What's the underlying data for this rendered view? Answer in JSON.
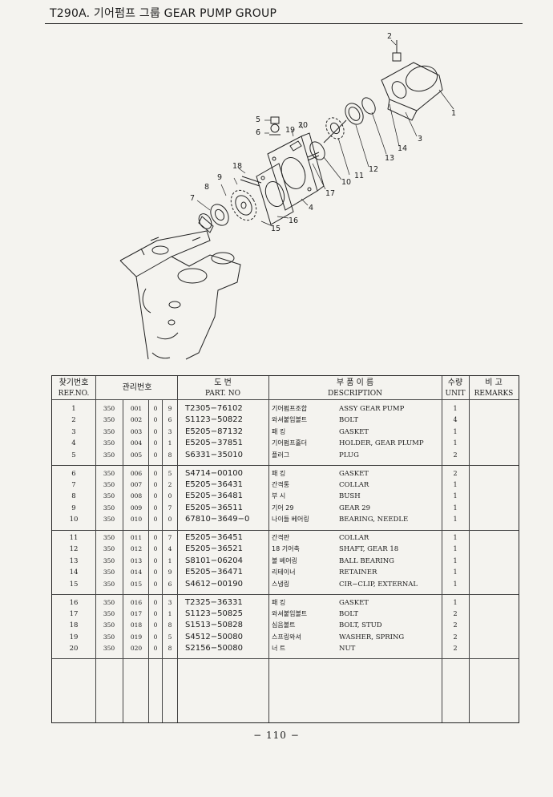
{
  "header": {
    "title": "T290A. 기어펌프 그룹 GEAR PUMP GROUP"
  },
  "callouts": [
    "1",
    "2",
    "3",
    "4",
    "5",
    "6",
    "7",
    "8",
    "9",
    "10",
    "11",
    "12",
    "13",
    "14",
    "15",
    "16",
    "17",
    "18",
    "19",
    "20"
  ],
  "table": {
    "headers": {
      "ref_kor": "찾기번호",
      "ref_eng": "REF.NO.",
      "mgmt_kor": "관리번호",
      "part_kor": "도   번",
      "part_eng": "PART. NO",
      "desc_kor": "부  품  이  름",
      "desc_eng": "DESCRIPTION",
      "unit_kor": "수량",
      "unit_eng": "UNIT",
      "rem_kor": "비    고",
      "rem_eng": "REMARKS"
    },
    "rows": [
      {
        "ref": "1",
        "g1": "350",
        "g2": "001",
        "g3": "0",
        "g4": "9",
        "part": "T2305−76102",
        "kor": "기어펌프조합",
        "desc": "ASSY GEAR PUMP",
        "unit": "1",
        "rem": ""
      },
      {
        "ref": "2",
        "g1": "350",
        "g2": "002",
        "g3": "0",
        "g4": "6",
        "part": "S1123−50822",
        "kor": "와셔붙임볼트",
        "desc": "BOLT",
        "unit": "4",
        "rem": ""
      },
      {
        "ref": "3",
        "g1": "350",
        "g2": "003",
        "g3": "0",
        "g4": "3",
        "part": "E5205−87132",
        "kor": "패  킹",
        "desc": "GASKET",
        "unit": "1",
        "rem": ""
      },
      {
        "ref": "4",
        "g1": "350",
        "g2": "004",
        "g3": "0",
        "g4": "1",
        "part": "E5205−37851",
        "kor": "기어펌프홀더",
        "desc": "HOLDER, GEAR PLUMP",
        "unit": "1",
        "rem": ""
      },
      {
        "ref": "5",
        "g1": "350",
        "g2": "005",
        "g3": "0",
        "g4": "8",
        "part": "S6331−35010",
        "kor": "플러그",
        "desc": "PLUG",
        "unit": "2",
        "rem": ""
      },
      {
        "ref": "6",
        "g1": "350",
        "g2": "006",
        "g3": "0",
        "g4": "5",
        "part": "S4714−00100",
        "kor": "패  킹",
        "desc": "GASKET",
        "unit": "2",
        "rem": ""
      },
      {
        "ref": "7",
        "g1": "350",
        "g2": "007",
        "g3": "0",
        "g4": "2",
        "part": "E5205−36431",
        "kor": "간격통",
        "desc": "COLLAR",
        "unit": "1",
        "rem": ""
      },
      {
        "ref": "8",
        "g1": "350",
        "g2": "008",
        "g3": "0",
        "g4": "0",
        "part": "E5205−36481",
        "kor": "부  시",
        "desc": "BUSH",
        "unit": "1",
        "rem": ""
      },
      {
        "ref": "9",
        "g1": "350",
        "g2": "009",
        "g3": "0",
        "g4": "7",
        "part": "E5205−36511",
        "kor": "기어 29",
        "desc": "GEAR 29",
        "unit": "1",
        "rem": ""
      },
      {
        "ref": "10",
        "g1": "350",
        "g2": "010",
        "g3": "0",
        "g4": "0",
        "part": "67810−3649−0",
        "kor": "나이들 베어링",
        "desc": "BEARING, NEEDLE",
        "unit": "1",
        "rem": ""
      },
      {
        "ref": "11",
        "g1": "350",
        "g2": "011",
        "g3": "0",
        "g4": "7",
        "part": "E5205−36451",
        "kor": "간격판",
        "desc": "COLLAR",
        "unit": "1",
        "rem": ""
      },
      {
        "ref": "12",
        "g1": "350",
        "g2": "012",
        "g3": "0",
        "g4": "4",
        "part": "E5205−36521",
        "kor": "18 기어축",
        "desc": "SHAFT, GEAR 18",
        "unit": "1",
        "rem": ""
      },
      {
        "ref": "13",
        "g1": "350",
        "g2": "013",
        "g3": "0",
        "g4": "1",
        "part": "S8101−06204",
        "kor": "볼 베어링",
        "desc": "BALL BEARING",
        "unit": "1",
        "rem": ""
      },
      {
        "ref": "14",
        "g1": "350",
        "g2": "014",
        "g3": "0",
        "g4": "9",
        "part": "E5205−36471",
        "kor": "리테이너",
        "desc": "RETAINER",
        "unit": "1",
        "rem": ""
      },
      {
        "ref": "15",
        "g1": "350",
        "g2": "015",
        "g3": "0",
        "g4": "6",
        "part": "S4612−00190",
        "kor": "스냅링",
        "desc": "CIR−CLIP, EXTERNAL",
        "unit": "1",
        "rem": ""
      },
      {
        "ref": "16",
        "g1": "350",
        "g2": "016",
        "g3": "0",
        "g4": "3",
        "part": "T2325−36331",
        "kor": "패  킹",
        "desc": "GASKET",
        "unit": "1",
        "rem": ""
      },
      {
        "ref": "17",
        "g1": "350",
        "g2": "017",
        "g3": "0",
        "g4": "1",
        "part": "S1123−50825",
        "kor": "와셔붙임볼트",
        "desc": "BOLT",
        "unit": "2",
        "rem": ""
      },
      {
        "ref": "18",
        "g1": "350",
        "g2": "018",
        "g3": "0",
        "g4": "8",
        "part": "S1513−50828",
        "kor": "심음볼트",
        "desc": "BOLT, STUD",
        "unit": "2",
        "rem": ""
      },
      {
        "ref": "19",
        "g1": "350",
        "g2": "019",
        "g3": "0",
        "g4": "5",
        "part": "S4512−50080",
        "kor": "스프링와셔",
        "desc": "WASHER, SPRING",
        "unit": "2",
        "rem": ""
      },
      {
        "ref": "20",
        "g1": "350",
        "g2": "020",
        "g3": "0",
        "g4": "8",
        "part": "S2156−50080",
        "kor": "너  트",
        "desc": "NUT",
        "unit": "2",
        "rem": ""
      }
    ]
  },
  "footer": {
    "page": "− 110 −"
  }
}
